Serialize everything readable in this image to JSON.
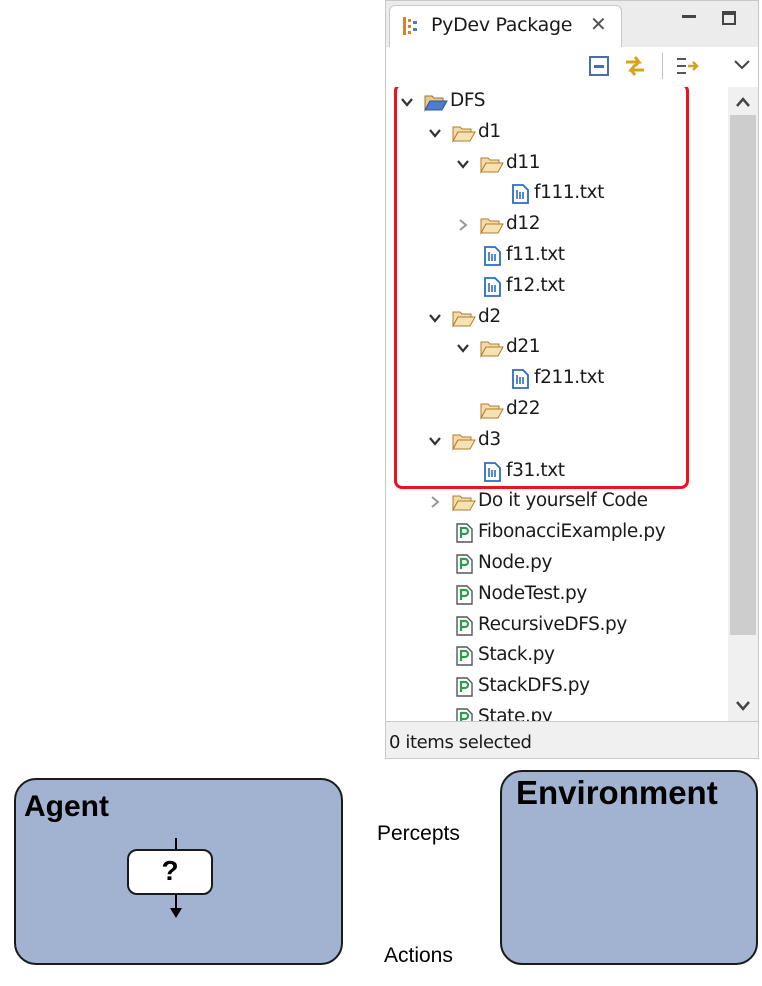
{
  "view": {
    "tab_title": "PyDev Package",
    "tab_close_symbol": "✕",
    "tab_icon": "package-explorer-icon",
    "toolbar_icons": [
      "collapse-all-icon",
      "link-with-editor-icon",
      "filters-icon",
      "view-menu-icon"
    ],
    "status": "0 items selected"
  },
  "tree": [
    {
      "label": "DFS",
      "type": "folder-open",
      "depth": 0,
      "expanded": true
    },
    {
      "label": "d1",
      "type": "folder",
      "depth": 1,
      "expanded": true
    },
    {
      "label": "d11",
      "type": "folder",
      "depth": 2,
      "expanded": true
    },
    {
      "label": "f111.txt",
      "type": "text-file",
      "depth": 3
    },
    {
      "label": "d12",
      "type": "folder",
      "depth": 2,
      "expanded": false
    },
    {
      "label": "f11.txt",
      "type": "text-file",
      "depth": 2
    },
    {
      "label": "f12.txt",
      "type": "text-file",
      "depth": 2
    },
    {
      "label": "d2",
      "type": "folder",
      "depth": 1,
      "expanded": true
    },
    {
      "label": "d21",
      "type": "folder",
      "depth": 2,
      "expanded": true
    },
    {
      "label": "f211.txt",
      "type": "text-file",
      "depth": 3
    },
    {
      "label": "d22",
      "type": "folder",
      "depth": 2
    },
    {
      "label": "d3",
      "type": "folder",
      "depth": 1,
      "expanded": true
    },
    {
      "label": "f31.txt",
      "type": "text-file",
      "depth": 2
    },
    {
      "label": "Do it yourself Code",
      "type": "folder",
      "depth": 1,
      "expanded": false
    },
    {
      "label": "FibonacciExample.py",
      "type": "python-file",
      "depth": 1
    },
    {
      "label": "Node.py",
      "type": "python-file",
      "depth": 1
    },
    {
      "label": "NodeTest.py",
      "type": "python-file",
      "depth": 1
    },
    {
      "label": "RecursiveDFS.py",
      "type": "python-file",
      "depth": 1
    },
    {
      "label": "Stack.py",
      "type": "python-file",
      "depth": 1
    },
    {
      "label": "StackDFS.py",
      "type": "python-file",
      "depth": 1
    },
    {
      "label": "State.py",
      "type": "python-file",
      "depth": 1
    }
  ],
  "highlight_color": "#e8141e",
  "diagram": {
    "agent_title": "Agent",
    "agent_symbol": "?",
    "environment_title": "Environment",
    "percepts_label": "Percepts",
    "actions_label": "Actions",
    "box_color": "#a2b3d2"
  }
}
